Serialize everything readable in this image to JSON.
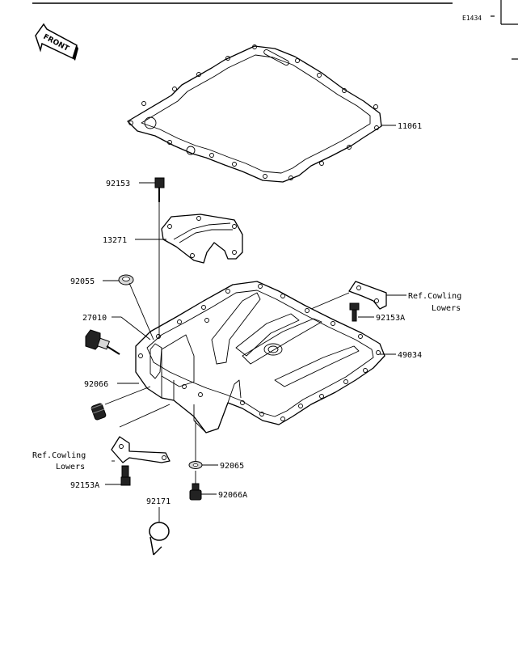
{
  "diagram_code": "E1434",
  "front_label": "FRONT",
  "parts": {
    "p11061": "11061",
    "p92153": "92153",
    "p13271": "13271",
    "p92055": "92055",
    "p27010": "27010",
    "p92066": "92066",
    "p92153A_upper": "92153A",
    "p49034": "49034",
    "p92065": "92065",
    "p92066A": "92066A",
    "p92153A_lower": "92153A",
    "p92171": "92171"
  },
  "refs": {
    "upper_line1": "Ref.Cowling",
    "upper_line2": "Lowers",
    "lower_line1": "Ref.Cowling",
    "lower_line2": "Lowers"
  }
}
